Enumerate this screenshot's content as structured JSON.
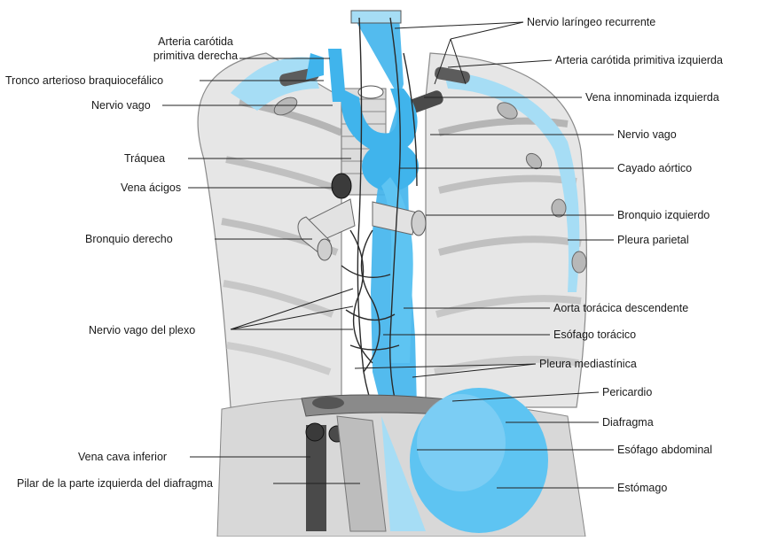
{
  "diagram": {
    "colors": {
      "blue": "#40b4ec",
      "light_blue": "#a6ddf5",
      "gray_body": "#d9d9d9",
      "gray_dark": "#6d6d6d",
      "nerve": "#2a2a2a",
      "line": "#222222"
    },
    "labels_left": {
      "carotid_right_line1": "Arteria carótida",
      "carotid_right_line2": "primitiva derecha",
      "brachiocephalic_trunk": "Tronco arterioso braquiocefálico",
      "vagus_right": "Nervio vago",
      "trachea": "Tráquea",
      "azygos": "Vena ácigos",
      "right_bronchus": "Bronquio derecho",
      "vagus_plexus": "Nervio vago del plexo",
      "ivc": "Vena cava inferior",
      "crus": "Pilar de la parte izquierda del diafragma"
    },
    "labels_right": {
      "recurrent_laryngeal": "Nervio laríngeo recurrente",
      "carotid_left": "Arteria carótida primitiva izquierda",
      "innominate_vein": "Vena innominada izquierda",
      "vagus_left": "Nervio vago",
      "aortic_arch": "Cayado aórtico",
      "left_bronchus": "Bronquio izquierdo",
      "parietal_pleura": "Pleura parietal",
      "descending_aorta": "Aorta torácica descendente",
      "thoracic_esophagus": "Esófago torácico",
      "mediastinal_pleura": "Pleura mediastínica",
      "pericardium": "Pericardio",
      "diaphragm": "Diafragma",
      "abdominal_esophagus": "Esófago abdominal",
      "stomach": "Estómago"
    }
  }
}
